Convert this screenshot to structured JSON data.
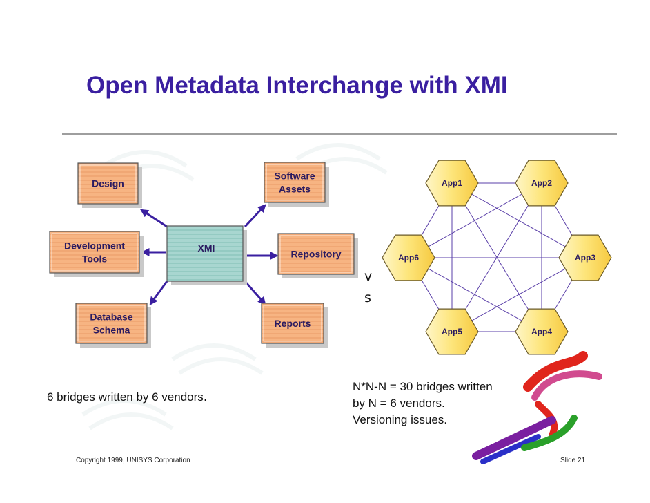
{
  "slide": {
    "title": "Open Metadata Interchange with XMI",
    "hub_diagram": {
      "center": "XMI",
      "nodes": [
        {
          "id": "design",
          "lines": [
            "Design"
          ]
        },
        {
          "id": "software-assets",
          "lines": [
            "Software",
            "Assets"
          ]
        },
        {
          "id": "development-tools",
          "lines": [
            "Development",
            "Tools"
          ]
        },
        {
          "id": "repository",
          "lines": [
            "Repository"
          ]
        },
        {
          "id": "database-schema",
          "lines": [
            "Database",
            "Schema"
          ]
        },
        {
          "id": "reports",
          "lines": [
            "Reports"
          ]
        }
      ],
      "caption": "6 bridges written by 6 vendors",
      "caption_period": "."
    },
    "vs": [
      "v",
      "s"
    ],
    "mesh_diagram": {
      "apps": [
        "App1",
        "App2",
        "App3",
        "App4",
        "App5",
        "App6"
      ],
      "caption_lines": [
        "N*N-N = 30 bridges written",
        "by N = 6 vendors.",
        "Versioning issues."
      ]
    },
    "footer": {
      "copyright": "Copyright 1999,  UNISYS Corporation",
      "slide_number": "Slide 21"
    },
    "colors": {
      "title": "#3a1fa0",
      "arrow": "#3a1fa0",
      "box_fill": "#f7b482",
      "xmi_fill": "#9fd0cc",
      "hex_fill": "#fbe28a",
      "mesh_line": "#5a3fa8"
    }
  }
}
